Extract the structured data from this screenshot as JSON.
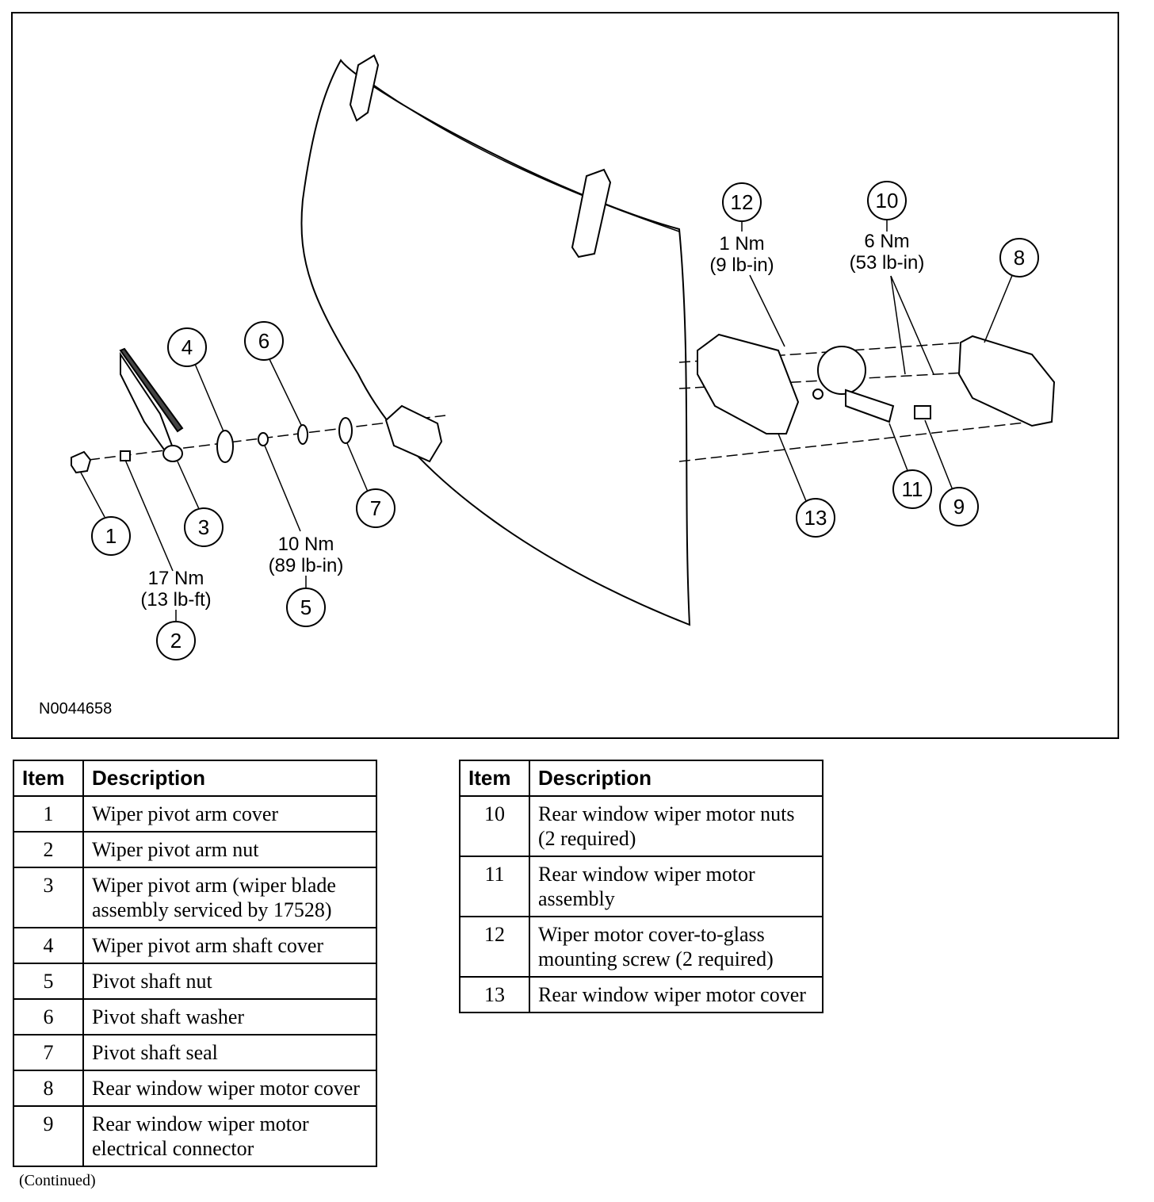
{
  "diagram": {
    "reference_code": "N0044658",
    "callouts": [
      "1",
      "2",
      "3",
      "4",
      "5",
      "6",
      "7",
      "8",
      "9",
      "10",
      "11",
      "12",
      "13"
    ],
    "torques": {
      "item2": {
        "nm": "17 Nm",
        "imperial": "(13 lb-ft)"
      },
      "item5": {
        "nm": "10 Nm",
        "imperial": "(89 lb-in)"
      },
      "item12": {
        "nm": "1 Nm",
        "imperial": "(9 lb-in)"
      },
      "item10": {
        "nm": "6 Nm",
        "imperial": "(53 lb-in)"
      }
    }
  },
  "table_headers": {
    "item": "Item",
    "description": "Description"
  },
  "table_left": [
    {
      "item": "1",
      "description": "Wiper pivot arm cover"
    },
    {
      "item": "2",
      "description": "Wiper pivot arm nut"
    },
    {
      "item": "3",
      "description": "Wiper pivot arm (wiper blade assembly serviced by 17528)"
    },
    {
      "item": "4",
      "description": "Wiper pivot arm shaft cover"
    },
    {
      "item": "5",
      "description": "Pivot shaft nut"
    },
    {
      "item": "6",
      "description": "Pivot shaft washer"
    },
    {
      "item": "7",
      "description": "Pivot shaft seal"
    },
    {
      "item": "8",
      "description": "Rear window wiper motor cover"
    },
    {
      "item": "9",
      "description": "Rear window wiper motor electrical connector"
    }
  ],
  "table_right": [
    {
      "item": "10",
      "description": "Rear window wiper motor nuts (2 required)"
    },
    {
      "item": "11",
      "description": "Rear window wiper motor assembly"
    },
    {
      "item": "12",
      "description": "Wiper motor cover-to-glass mounting screw (2 required)"
    },
    {
      "item": "13",
      "description": "Rear window wiper motor cover"
    }
  ],
  "footer_note": "(Continued)"
}
